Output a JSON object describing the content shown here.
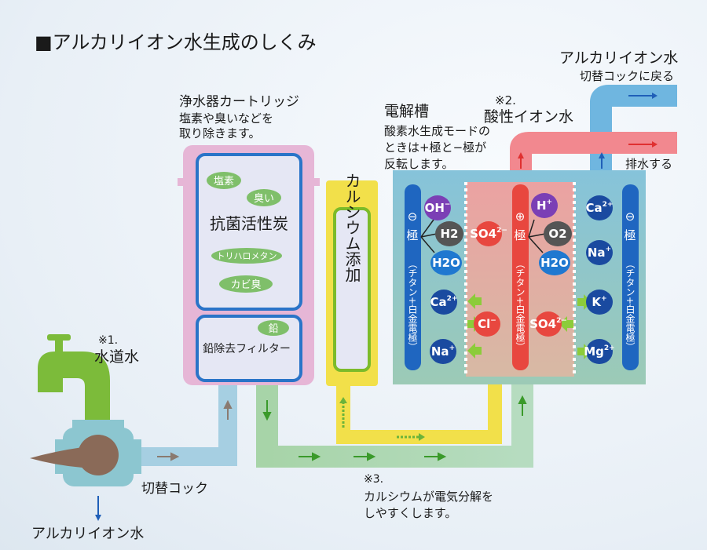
{
  "title": "■アルカリイオン水生成のしくみ",
  "return_label": {
    "line1": "アルカリイオン水",
    "line2": "切替コックに戻る"
  },
  "acid_label": {
    "note": "※2.",
    "text": "酸性イオン水"
  },
  "drain_label": "排水する",
  "cell": {
    "title": "電解槽",
    "desc": [
      "酸素水生成モードの",
      "ときは+極と−極が",
      "反転します。"
    ]
  },
  "cartridge": {
    "title": "浄水器カートリッジ",
    "desc": [
      "塩素や臭いなどを",
      "取り除きます。"
    ],
    "carbon_label": "抗菌活性炭",
    "tags": [
      "塩素",
      "臭い",
      "トリハロメタン",
      "カビ臭"
    ],
    "lead_tag": "鉛",
    "lead_filter": "鉛除去フィルター"
  },
  "calcium": "カルシウム添加",
  "electrodes": {
    "negative_symbol": "⊖",
    "positive_symbol": "⊕",
    "pole": "極",
    "material": "（チタン+白金電極）"
  },
  "ions": {
    "left": [
      {
        "b": "OH",
        "c": "−"
      },
      {
        "b": "H2",
        "c": ""
      },
      {
        "b": "H2O",
        "c": ""
      },
      {
        "b": "Ca",
        "c": "2+"
      },
      {
        "b": "Na",
        "c": "+"
      }
    ],
    "middle": [
      {
        "b": "SO4",
        "c": "2−"
      },
      {
        "b": "Cl",
        "c": "−"
      },
      {
        "b": "H",
        "c": "+"
      },
      {
        "b": "O2",
        "c": ""
      },
      {
        "b": "H2O",
        "c": ""
      },
      {
        "b": "SO4",
        "c": "2−"
      }
    ],
    "right": [
      {
        "b": "Ca",
        "c": "2+"
      },
      {
        "b": "Na",
        "c": "+"
      },
      {
        "b": "K",
        "c": "+"
      },
      {
        "b": "Mg",
        "c": "2+"
      }
    ]
  },
  "tap": {
    "note": "※1.",
    "label": "水道水"
  },
  "cock_label": "切替コック",
  "output_label": "アルカリイオン水",
  "note3": {
    "note": "※3.",
    "lines": [
      "カルシウムが電気分解を",
      "しやすくします。"
    ]
  },
  "colors": {
    "alkaline": "#4aa3dc",
    "acid": "#ee6f7a",
    "green": "#6bb33a",
    "yellow": "#f2e04a",
    "cartridge": "#e6b6d6",
    "electrode_neg": "#1f66c0",
    "electrode_pos": "#e8473f"
  }
}
